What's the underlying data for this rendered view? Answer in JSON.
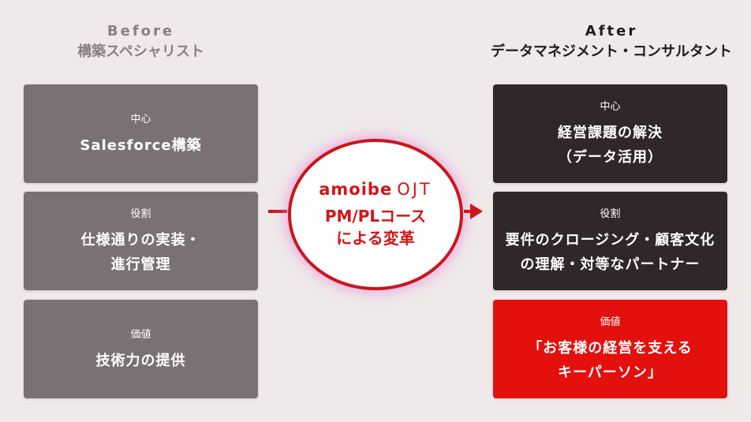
{
  "before": {
    "heading_en": "Before",
    "heading_jp": "構築スペシャリスト",
    "cards": [
      {
        "label": "中心",
        "lines": [
          "Salesforce構築"
        ]
      },
      {
        "label": "役割",
        "lines": [
          "仕様通りの実装・",
          "進行管理"
        ]
      },
      {
        "label": "価値",
        "lines": [
          "技術力の提供"
        ]
      }
    ]
  },
  "center": {
    "brand": "amoibe",
    "brand_suffix": "OJT",
    "lines": [
      "PM/PLコース",
      "による変革"
    ]
  },
  "after": {
    "heading_en": "After",
    "heading_jp": "データマネジメント・コンサルタント",
    "cards": [
      {
        "label": "中心",
        "lines": [
          "経営課題の解決",
          "（データ活用）"
        ]
      },
      {
        "label": "役割",
        "lines": [
          "要件のクロージング・顧客文化",
          "の理解・対等なパートナー"
        ]
      },
      {
        "label": "価値",
        "lines": [
          "「お客様の経営を支える",
          "キーパーソン」"
        ]
      }
    ]
  },
  "colors": {
    "background": "#efe9ea",
    "before_card": "#7a7172",
    "after_card": "#2f2728",
    "highlight_card": "#e3100e",
    "accent_red": "#d2151a"
  }
}
